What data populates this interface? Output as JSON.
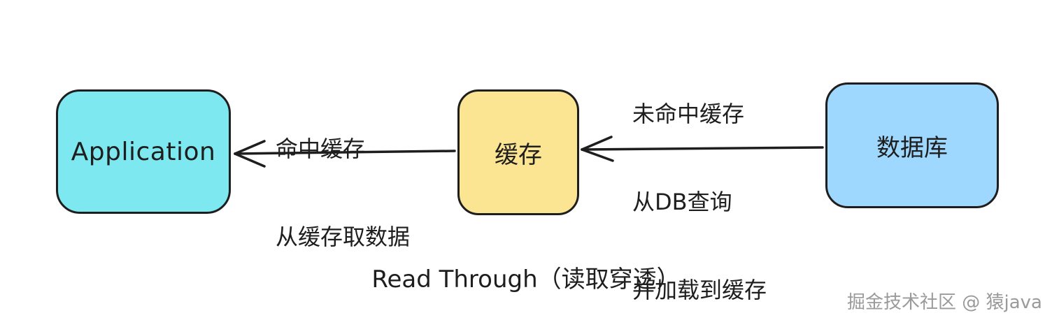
{
  "nodes": {
    "app": {
      "label": "Application",
      "fill": "#7de8f0"
    },
    "cache": {
      "label": "缓存",
      "fill": "#fbe492"
    },
    "db": {
      "label": "数据库",
      "fill": "#9fd8ff"
    }
  },
  "edges": {
    "cache_to_app": {
      "lines": [
        "命中缓存",
        "从缓存取数据"
      ]
    },
    "db_to_cache": {
      "lines": [
        "未命中缓存",
        "从DB查询",
        "并加载到缓存"
      ]
    }
  },
  "caption": "Read Through（读取穿透）",
  "watermark": "掘金技术社区 @ 猿java",
  "colors": {
    "stroke": "#1e1e1e",
    "watermark": "#9a9a9a"
  }
}
